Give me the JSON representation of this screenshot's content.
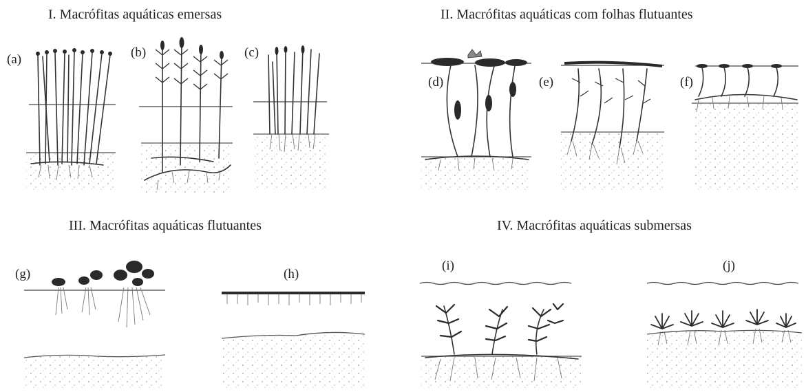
{
  "sections": [
    {
      "title": "I. Macrófitas aquáticas emersas",
      "labels": [
        "(a)",
        "(b)",
        "(c)"
      ]
    },
    {
      "title": "II. Macrófitas aquáticas com folhas flutuantes",
      "labels": [
        "(d)",
        "(e)",
        "(f)"
      ]
    },
    {
      "title": "III. Macrófitas aquáticas flutuantes",
      "labels": [
        "(g)",
        "(h)"
      ]
    },
    {
      "title": "IV. Macrófitas aquáticas submersas",
      "labels": [
        "(i)",
        "(j)"
      ]
    }
  ],
  "colors": {
    "ink": "#222222",
    "soil_dots": "#9a9a9a",
    "water_line": "#444444"
  }
}
